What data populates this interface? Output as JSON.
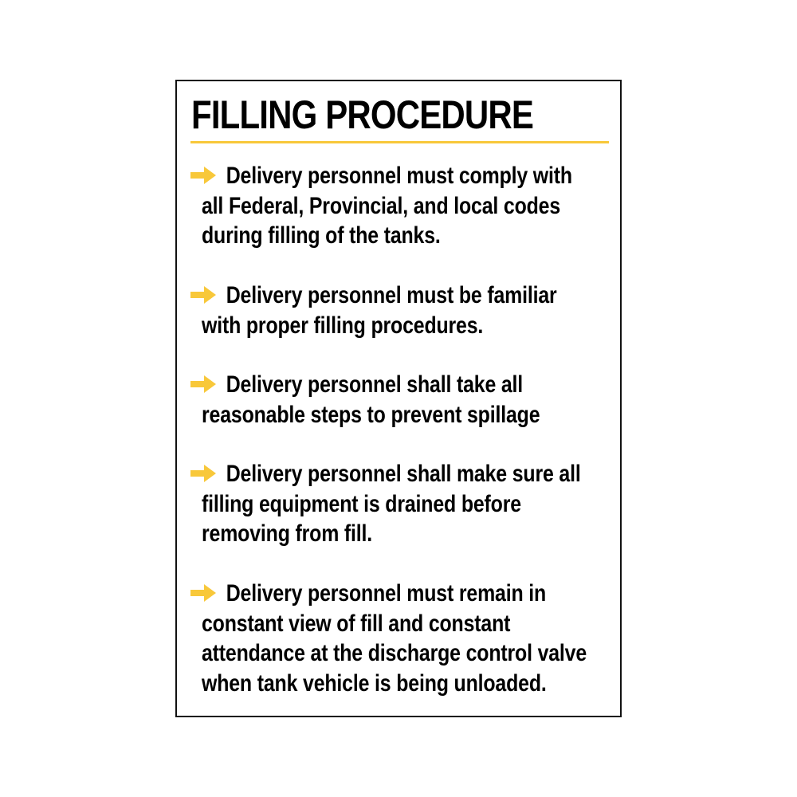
{
  "sign": {
    "title": "FILLING PROCEDURE",
    "accent_color": "#f8c83a",
    "bullet_icon": "arrow-right-icon",
    "items": [
      {
        "text": "Delivery personnel must comply with all Federal, Provincial, and local codes during filling of the tanks."
      },
      {
        "text": "Delivery personnel must be familiar with proper filling procedures."
      },
      {
        "text": "Delivery personnel shall take all reasonable steps to prevent spillage"
      },
      {
        "text": "Delivery personnel shall make sure all filling equipment is drained before removing from fill."
      },
      {
        "text": "Delivery personnel must remain in constant view of fill and constant attendance at the discharge control valve when tank vehicle is being unloaded."
      }
    ]
  }
}
